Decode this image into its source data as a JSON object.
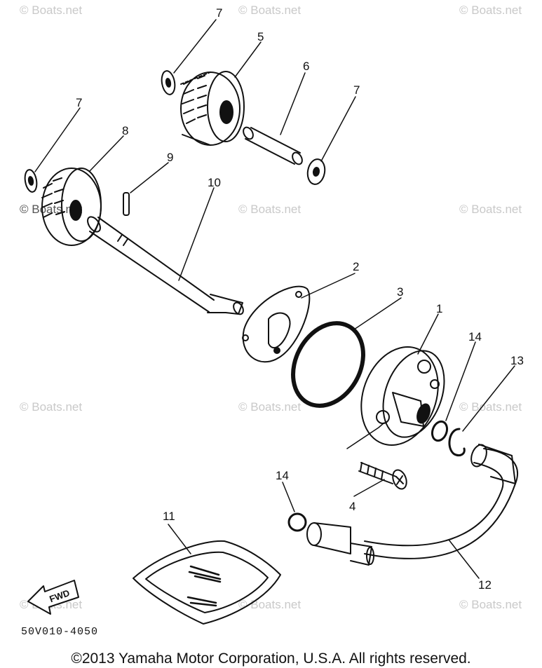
{
  "watermark": "© Boats.net",
  "callouts": {
    "c1": "1",
    "c2": "2",
    "c3": "3",
    "c4": "4",
    "c5": "5",
    "c6": "6",
    "c7a": "7",
    "c7b": "7",
    "c7c": "7",
    "c8": "8",
    "c9": "9",
    "c10": "10",
    "c11": "11",
    "c12": "12",
    "c13": "13",
    "c14a": "14",
    "c14b": "14"
  },
  "fwd_label": "FWD",
  "part_code": "50V010-4050",
  "copyright": "©2013 Yamaha Motor Corporation, U.S.A. All rights reserved."
}
